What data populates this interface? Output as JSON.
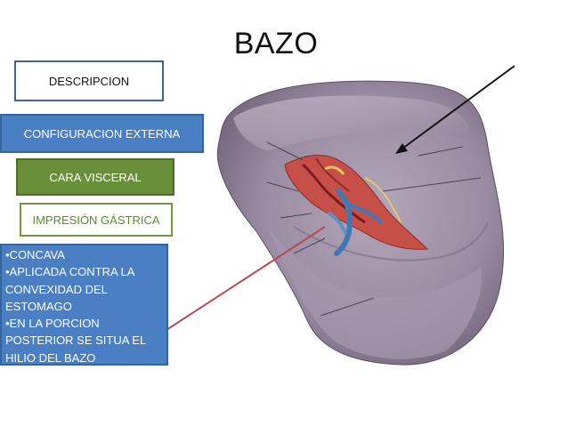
{
  "slide": {
    "title": "BAZO",
    "boxes": {
      "descripcion": "DESCRIPCION",
      "configuracion": "CONFIGURACION EXTERNA",
      "cara": "CARA VISCERAL",
      "impresion": "IMPRESIÓN GÁSTRICA"
    },
    "description_lines": [
      "•CONCAVA",
      "•APLICADA CONTRA LA",
      "CONVEXIDAD DEL",
      "ESTOMAGO",
      "•EN LA PORCION",
      "POSTERIOR SE SITUA EL",
      "HILIO DEL BAZO"
    ]
  },
  "colors": {
    "spleen": "#8e7f95",
    "hilum_red": "#b8332e",
    "hilum_blue": "#3f78b6",
    "pointer_black": "#111111",
    "pointer_red": "#b94a50"
  }
}
